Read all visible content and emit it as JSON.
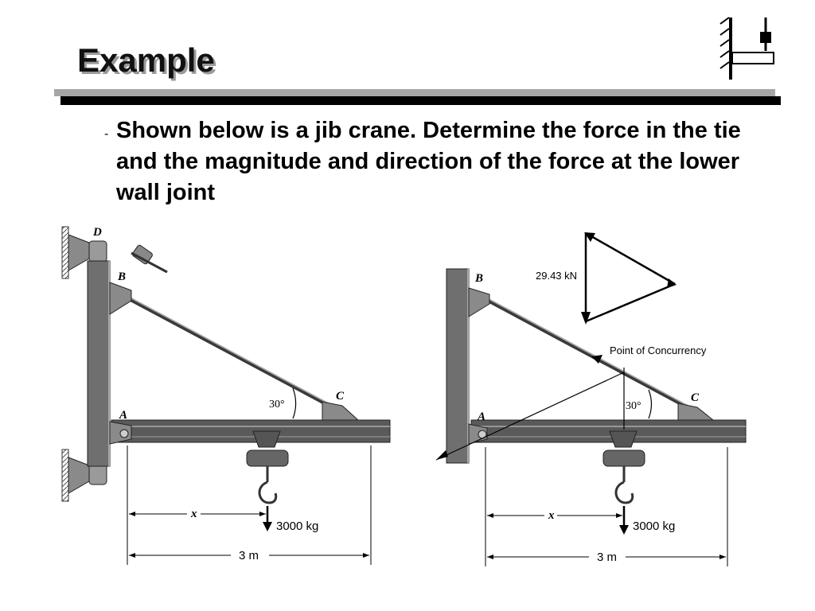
{
  "slide": {
    "title": "Example",
    "bullet": "-",
    "problem_text": "Shown below is a jib crane.  Determine the force in the tie and the magnitude and direction of the force at the lower wall joint"
  },
  "left_figure": {
    "label_d": "D",
    "label_b": "B",
    "label_a": "A",
    "label_c": "C",
    "angle": "30°",
    "dim_x": "x",
    "load": "3000 kg",
    "span": "3 m"
  },
  "right_figure": {
    "label_b": "B",
    "label_a": "A",
    "label_c": "C",
    "angle": "30°",
    "force_triangle_value": "29.43 kN",
    "concurrency_label": "Point of Concurrency",
    "dim_x": "x",
    "load": "3000 kg",
    "span": "3 m"
  },
  "colors": {
    "steel": "#6f6f6f",
    "steel_dark": "#3a3a3a",
    "ink": "#000000"
  }
}
